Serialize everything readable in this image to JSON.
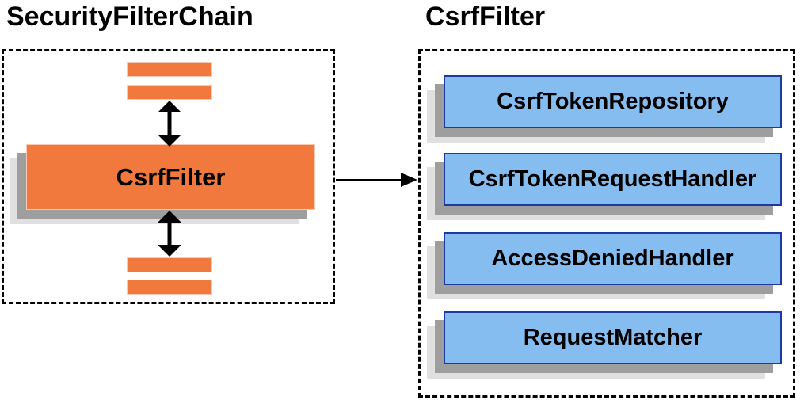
{
  "left_panel": {
    "title": "SecurityFilterChain",
    "filter_label": "CsrfFilter"
  },
  "right_panel": {
    "title": "CsrfFilter",
    "components": [
      "CsrfTokenRepository",
      "CsrfTokenRequestHandler",
      "AccessDeniedHandler",
      "RequestMatcher"
    ]
  },
  "colors": {
    "orange_fill": "#F2793D",
    "blue_fill": "#85BDF0",
    "blue_border": "#1C39A4",
    "shadow_dark": "#9E9E9E",
    "shadow_light": "#E0E0E0",
    "dashed_border": "#000000",
    "arrow": "#000000"
  }
}
